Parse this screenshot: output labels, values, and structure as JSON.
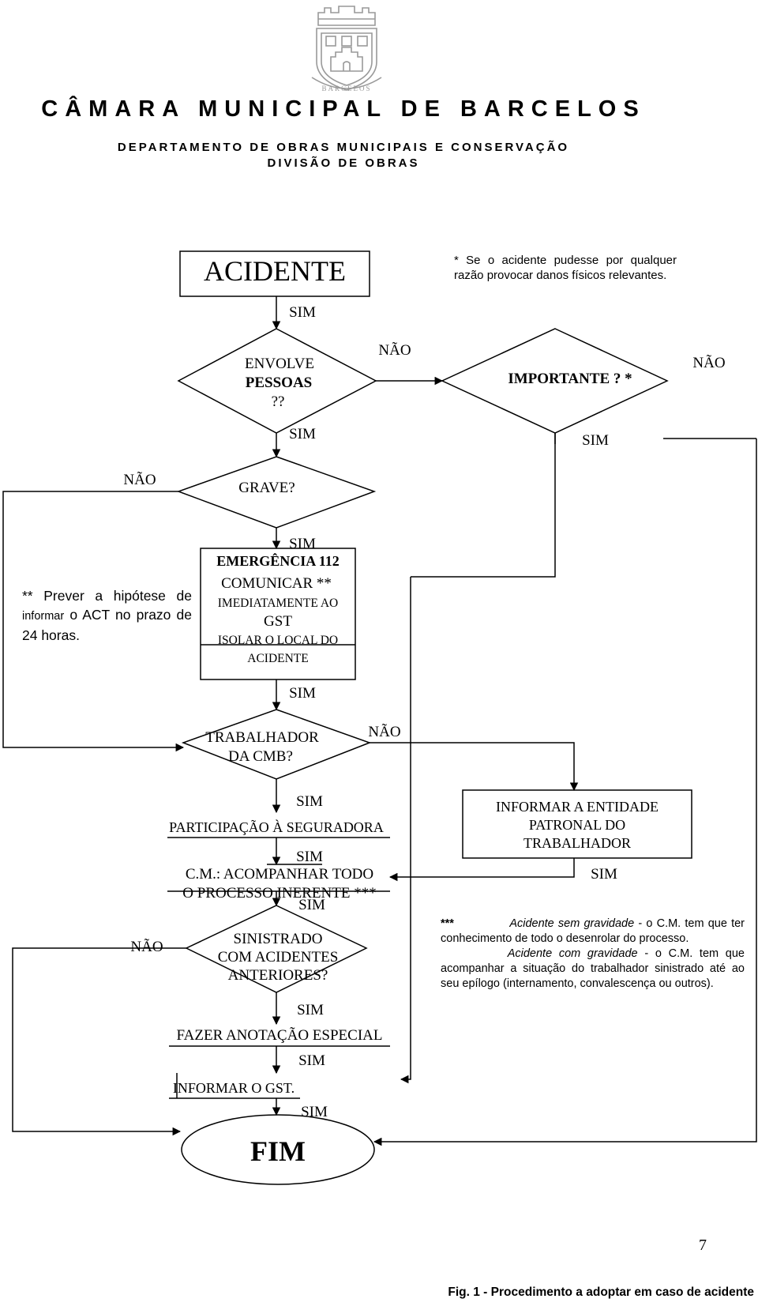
{
  "header": {
    "institution": "CÂMARA MUNICIPAL DE BARCELOS",
    "department": "DEPARTAMENTO DE OBRAS MUNICIPAIS E CONSERVAÇÃO",
    "division": "DIVISÃO DE OBRAS",
    "seal_text": "BARCELOS"
  },
  "flowchart": {
    "start": "ACIDENTE",
    "d_envolve": [
      "ENVOLVE",
      "PESSOAS",
      "??"
    ],
    "d_importante": "IMPORTANTE ? *",
    "d_grave": "GRAVE?",
    "emergencia": [
      "EMERGÊNCIA 112",
      "COMUNICAR **",
      "IMEDIATAMENTE AO",
      "GST",
      "ISOLAR O LOCAL DO",
      "ACIDENTE"
    ],
    "d_trabalhador": [
      "TRABALHADOR",
      "DA CMB?"
    ],
    "participacao": "PARTICIPAÇÃO À SEGURADORA",
    "acompanhar": [
      "C.M.: ACOMPANHAR TODO",
      "O PROCESSO INERENTE ***"
    ],
    "d_sinistrado": [
      "SINISTRADO",
      "COM ACIDENTES",
      "ANTERIORES?"
    ],
    "anotacao": "FAZER ANOTAÇÃO ESPECIAL",
    "informar_gst": "INFORMAR O GST.",
    "fim": "FIM",
    "informar_entidade": [
      "INFORMAR A ENTIDADE",
      "PATRONAL DO",
      "TRABALHADOR"
    ],
    "yes": "SIM",
    "no": "NÃO"
  },
  "notes": {
    "star": "* Se o acidente pudesse por qualquer razão provocar danos físicos relevantes.",
    "double_star": {
      "lead": "** Prever a hipótese de",
      "small": "informar",
      "rest": "o ACT no prazo de 24 horas."
    },
    "triple_star": {
      "marker": "***",
      "case1_label": "Acidente sem gravidade",
      "case1_text": "- o C.M. tem que ter conhecimento de todo o desenrolar do processo.",
      "case2_label": "Acidente com gravidade",
      "case2_text": "- o C.M. tem que acompanhar a situação do trabalhador sinistrado até ao seu epílogo (internamento, convalescença ou outros)."
    }
  },
  "page_number": "7",
  "figure_caption": "Fig. 1 - Procedimento a adoptar em caso de acidente"
}
